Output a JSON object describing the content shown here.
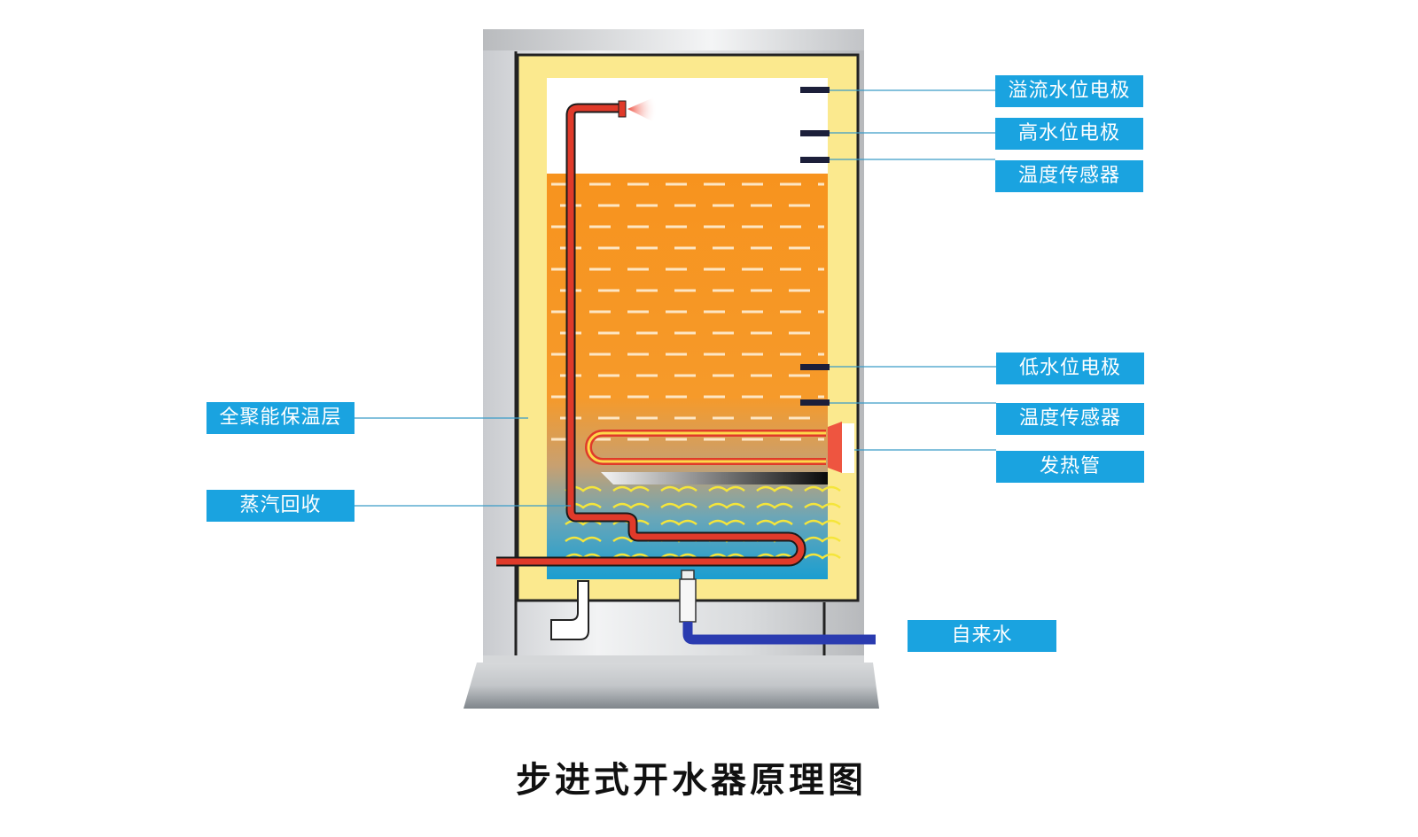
{
  "title": "步进式开水器原理图",
  "labels": {
    "overflow_electrode": "溢流水位电极",
    "high_level_electrode": "高水位电极",
    "temp_sensor_top": "温度传感器",
    "low_level_electrode": "低水位电极",
    "temp_sensor_bottom": "温度传感器",
    "heating_tube": "发热管",
    "insulation_layer": "全聚能保温层",
    "steam_recovery": "蒸汽回收",
    "tap_water": "自来水"
  },
  "colors": {
    "label_bg": "#1aa3e0",
    "insulation": "#fbe98e",
    "hot_water": "#f7931e",
    "cold_water": "#1a9ed0",
    "pipe_red": "#e03a2a",
    "inlet_pipe": "#2a3bb0",
    "electrode": "#1c1f3a"
  }
}
